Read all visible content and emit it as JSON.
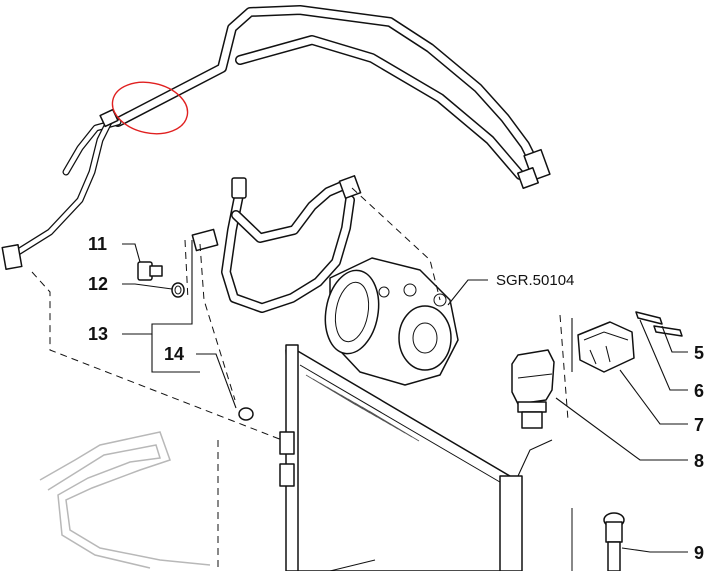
{
  "diagram": {
    "ref_label": "SGR.50104",
    "callouts": [
      "11",
      "12",
      "13",
      "14",
      "5",
      "6",
      "7",
      "8",
      "9"
    ]
  },
  "colors": {
    "line": "#111111",
    "annotation": "#e02020",
    "background": "#ffffff"
  }
}
